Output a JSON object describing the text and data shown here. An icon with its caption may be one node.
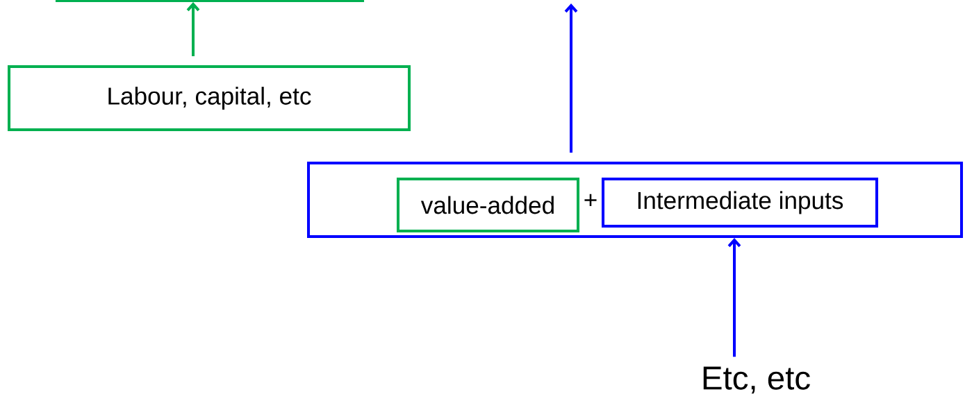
{
  "diagram": {
    "nodes": [
      {
        "text": [],
        "shape": "box"
      },
      {
        "text": [
          "Labour, capital, etc"
        ]
      },
      {
        "text": [],
        "shape": "box"
      },
      {
        "text": [
          "value-added"
        ],
        "in": 2
      },
      {
        "text": [
          "Intermediate inputs"
        ],
        "in": 2
      },
      {
        "text": [
          "Etc, etc"
        ]
      }
    ],
    "edges": [
      {
        "from": 1,
        "to": 0,
        "arrow": "to",
        "color": "#00b050"
      },
      {
        "from": 2,
        "to": null,
        "arrow": "to",
        "color": "#0000ff"
      },
      {
        "from": 5,
        "to": 2,
        "arrow": "to",
        "color": "#0000ff"
      }
    ],
    "labels": [
      "+"
    ]
  }
}
